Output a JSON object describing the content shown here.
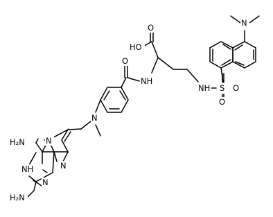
{
  "atoms": {
    "o_carbonyl_acid": "O",
    "oh_acid": "HO",
    "nh_amide": "NH",
    "o_amide": "O",
    "nh_sulfonamide": "NH",
    "s_sulfonyl": "S",
    "o_sulfonyl_top": "O",
    "o_sulfonyl_bottom": "O",
    "n_dimethylamino": "N",
    "n_methylamino": "N",
    "n_pteridine_5": "N",
    "n_pteridine_8": "N",
    "n_pteridine_1": "N",
    "nh_pteridine_3": "NH",
    "nh2_4": "H₂N",
    "nh2_2": "H₂N"
  }
}
